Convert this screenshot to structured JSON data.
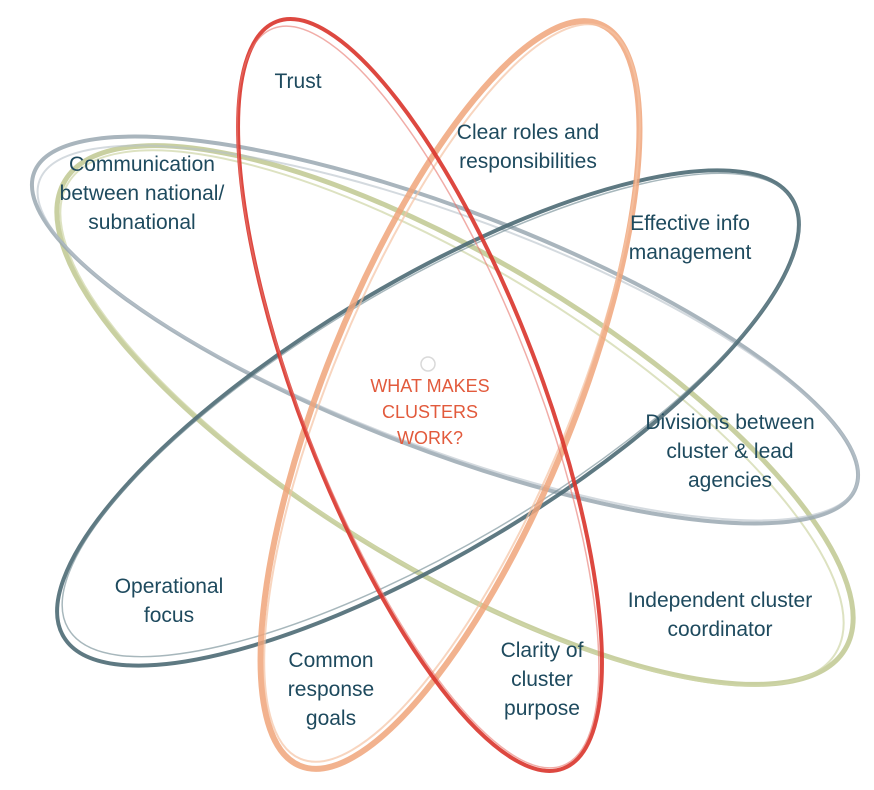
{
  "center": {
    "lines": [
      "WHAT MAKES",
      "CLUSTERS",
      "WORK?"
    ]
  },
  "labels": {
    "trust": [
      "Trust"
    ],
    "clear_roles": [
      "Clear roles and",
      "responsibilities"
    ],
    "communication": [
      "Communication",
      "between national/",
      "subnational"
    ],
    "info_management": [
      "Effective info",
      "management"
    ],
    "divisions": [
      "Divisions between",
      "cluster & lead",
      "agencies"
    ],
    "independent_coordinator": [
      "Independent cluster",
      "coordinator"
    ],
    "operational_focus": [
      "Operational",
      "focus"
    ],
    "common_goals": [
      "Common",
      "response",
      "goals"
    ],
    "clarity_purpose": [
      "Clarity of",
      "cluster",
      "purpose"
    ]
  },
  "colors": {
    "label_text": "#1e4a5e",
    "center_text": "#e25a3c",
    "red_orbit": "#d9342b",
    "orange_orbit": "#f0a57a",
    "teal_orbit": "#4d6a74",
    "green_orbit": "#bfc891",
    "gray_orbit": "#9aa8b2"
  }
}
